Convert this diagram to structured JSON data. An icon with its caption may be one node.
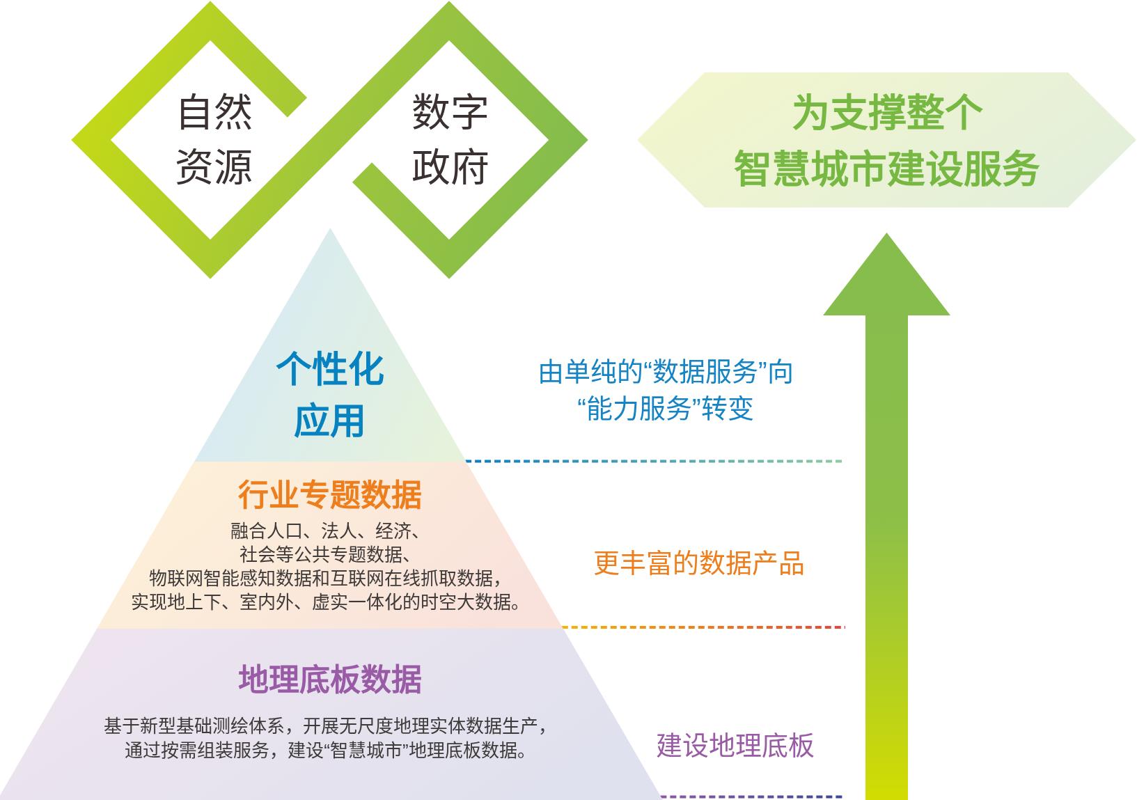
{
  "diagram": {
    "nodes": [
      {
        "text": [
          "自然资源"
        ]
      },
      {
        "text": [
          "数字政府"
        ]
      },
      {
        "text": [
          "为支撑整个智慧城市建设服务"
        ]
      },
      {
        "text": [
          "个性化应用"
        ]
      },
      {
        "text": [
          "行业专题数据",
          "融合人口、法人、经济、社会等公共专题数据、物联网智能感知数据和互联网在线抓取数据，实现地上下、室内外、虚实一体化的时空大数据。"
        ]
      },
      {
        "text": [
          "地理底板数据",
          "基于新型基础测绘体系，开展无尺度地理实体数据生产，通过按需组装服务，建设“智慧城市”地理底板数据。"
        ]
      }
    ],
    "edges": [
      {
        "from": null,
        "to": 2,
        "arrow": "to"
      }
    ],
    "labels": [
      "由单纯的“数据服务”向“能力服务”转变",
      "更丰富的数据产品",
      "建设地理底板"
    ]
  }
}
